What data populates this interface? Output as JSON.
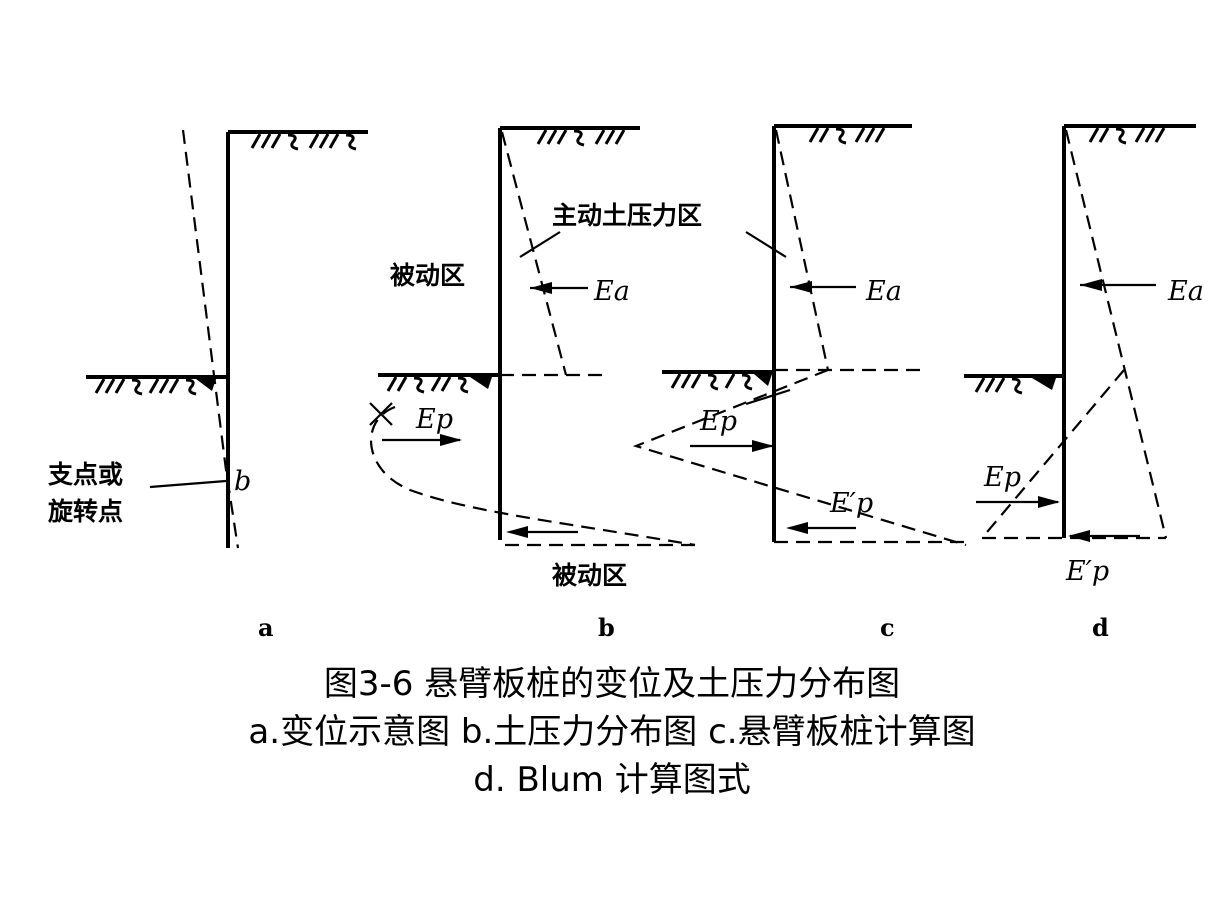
{
  "figure": {
    "panels": [
      {
        "id": "a",
        "label": "a"
      },
      {
        "id": "b",
        "label": "b"
      },
      {
        "id": "c",
        "label": "c"
      },
      {
        "id": "d",
        "label": "d"
      }
    ],
    "labels": {
      "pivot": "支点或",
      "pivot2": "旋转点",
      "b_point": "b",
      "passive_zone": "被动区",
      "active_zone": "主动土压力区",
      "passive_zone_bottom": "被动区",
      "Ea": "Ea",
      "Ep": "Ep",
      "Ep_prime": "E′p"
    }
  },
  "caption": {
    "line1": "图3-6 悬臂板桩的变位及土压力分布图",
    "line2": "a.变位示意图   b.土压力分布图   c.悬臂板桩计算图",
    "line3": "d. Blum 计算图式"
  }
}
